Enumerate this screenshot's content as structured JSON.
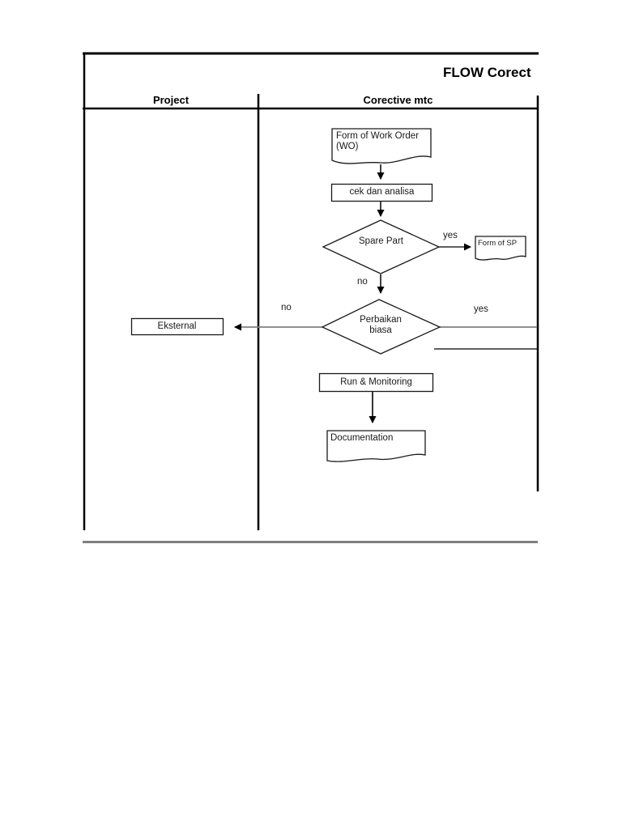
{
  "header": {
    "title": "FLOW Corect",
    "columns": [
      {
        "label": "Project"
      },
      {
        "label": "Corective mtc"
      }
    ]
  },
  "flowchart": {
    "nodes": {
      "work_order": {
        "type": "document",
        "label": "Form of Work Order (WO)"
      },
      "cek": {
        "type": "process",
        "label": "cek dan analisa"
      },
      "spare_part": {
        "type": "decision",
        "label": "Spare Part"
      },
      "form_of_sp": {
        "type": "document",
        "label": "Form of SP"
      },
      "perbaikan": {
        "type": "decision",
        "label": "Perbaikan biasa"
      },
      "eksternal": {
        "type": "process",
        "label": "Eksternal"
      },
      "run_monitoring": {
        "type": "process",
        "label": "Run & Monitoring"
      },
      "documentation": {
        "type": "document",
        "label": "Documentation"
      }
    },
    "edge_labels": {
      "spare_yes": "yes",
      "spare_no": "no",
      "perbaikan_no": "no",
      "perbaikan_yes": "yes"
    }
  },
  "colors": {
    "stroke": "#000000",
    "connector_gray": "#808080",
    "bottom_rule": "#808080",
    "background": "#ffffff"
  }
}
